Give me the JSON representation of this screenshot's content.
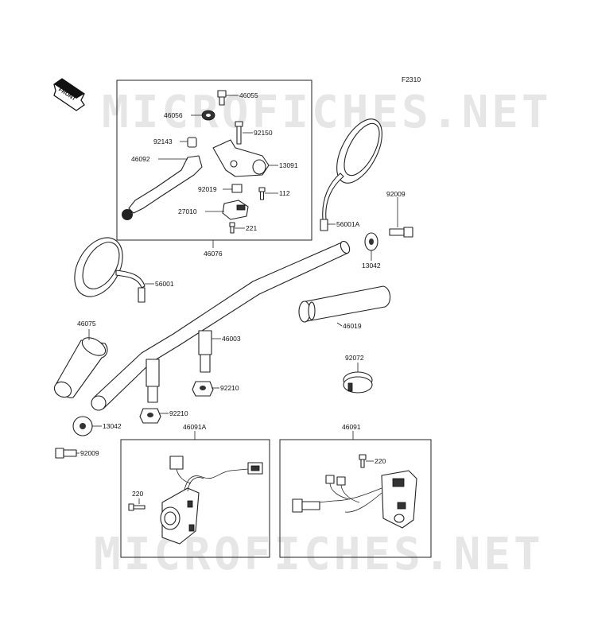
{
  "figure_code": "F2310",
  "front_label": "FRONT",
  "watermark": "MICROFICHES.NET",
  "parts": [
    {
      "id": "p46055",
      "label": "46055"
    },
    {
      "id": "p46056",
      "label": "46056"
    },
    {
      "id": "p92150",
      "label": "92150"
    },
    {
      "id": "p92143",
      "label": "92143"
    },
    {
      "id": "p46092",
      "label": "46092"
    },
    {
      "id": "p13091",
      "label": "13091"
    },
    {
      "id": "p92019",
      "label": "92019"
    },
    {
      "id": "p112",
      "label": "112"
    },
    {
      "id": "p27010",
      "label": "27010"
    },
    {
      "id": "p221",
      "label": "221"
    },
    {
      "id": "p46076",
      "label": "46076"
    },
    {
      "id": "p56001A",
      "label": "56001A"
    },
    {
      "id": "p92009a",
      "label": "92009"
    },
    {
      "id": "p13042a",
      "label": "13042"
    },
    {
      "id": "p56001",
      "label": "56001"
    },
    {
      "id": "p46019",
      "label": "46019"
    },
    {
      "id": "p46075",
      "label": "46075"
    },
    {
      "id": "p46003",
      "label": "46003"
    },
    {
      "id": "p92072",
      "label": "92072"
    },
    {
      "id": "p92210a",
      "label": "92210"
    },
    {
      "id": "p92210b",
      "label": "92210"
    },
    {
      "id": "p13042b",
      "label": "13042"
    },
    {
      "id": "p46091A",
      "label": "46091A"
    },
    {
      "id": "p46091",
      "label": "46091"
    },
    {
      "id": "p92009b",
      "label": "92009"
    },
    {
      "id": "p220a",
      "label": "220"
    },
    {
      "id": "p220b",
      "label": "220"
    }
  ]
}
